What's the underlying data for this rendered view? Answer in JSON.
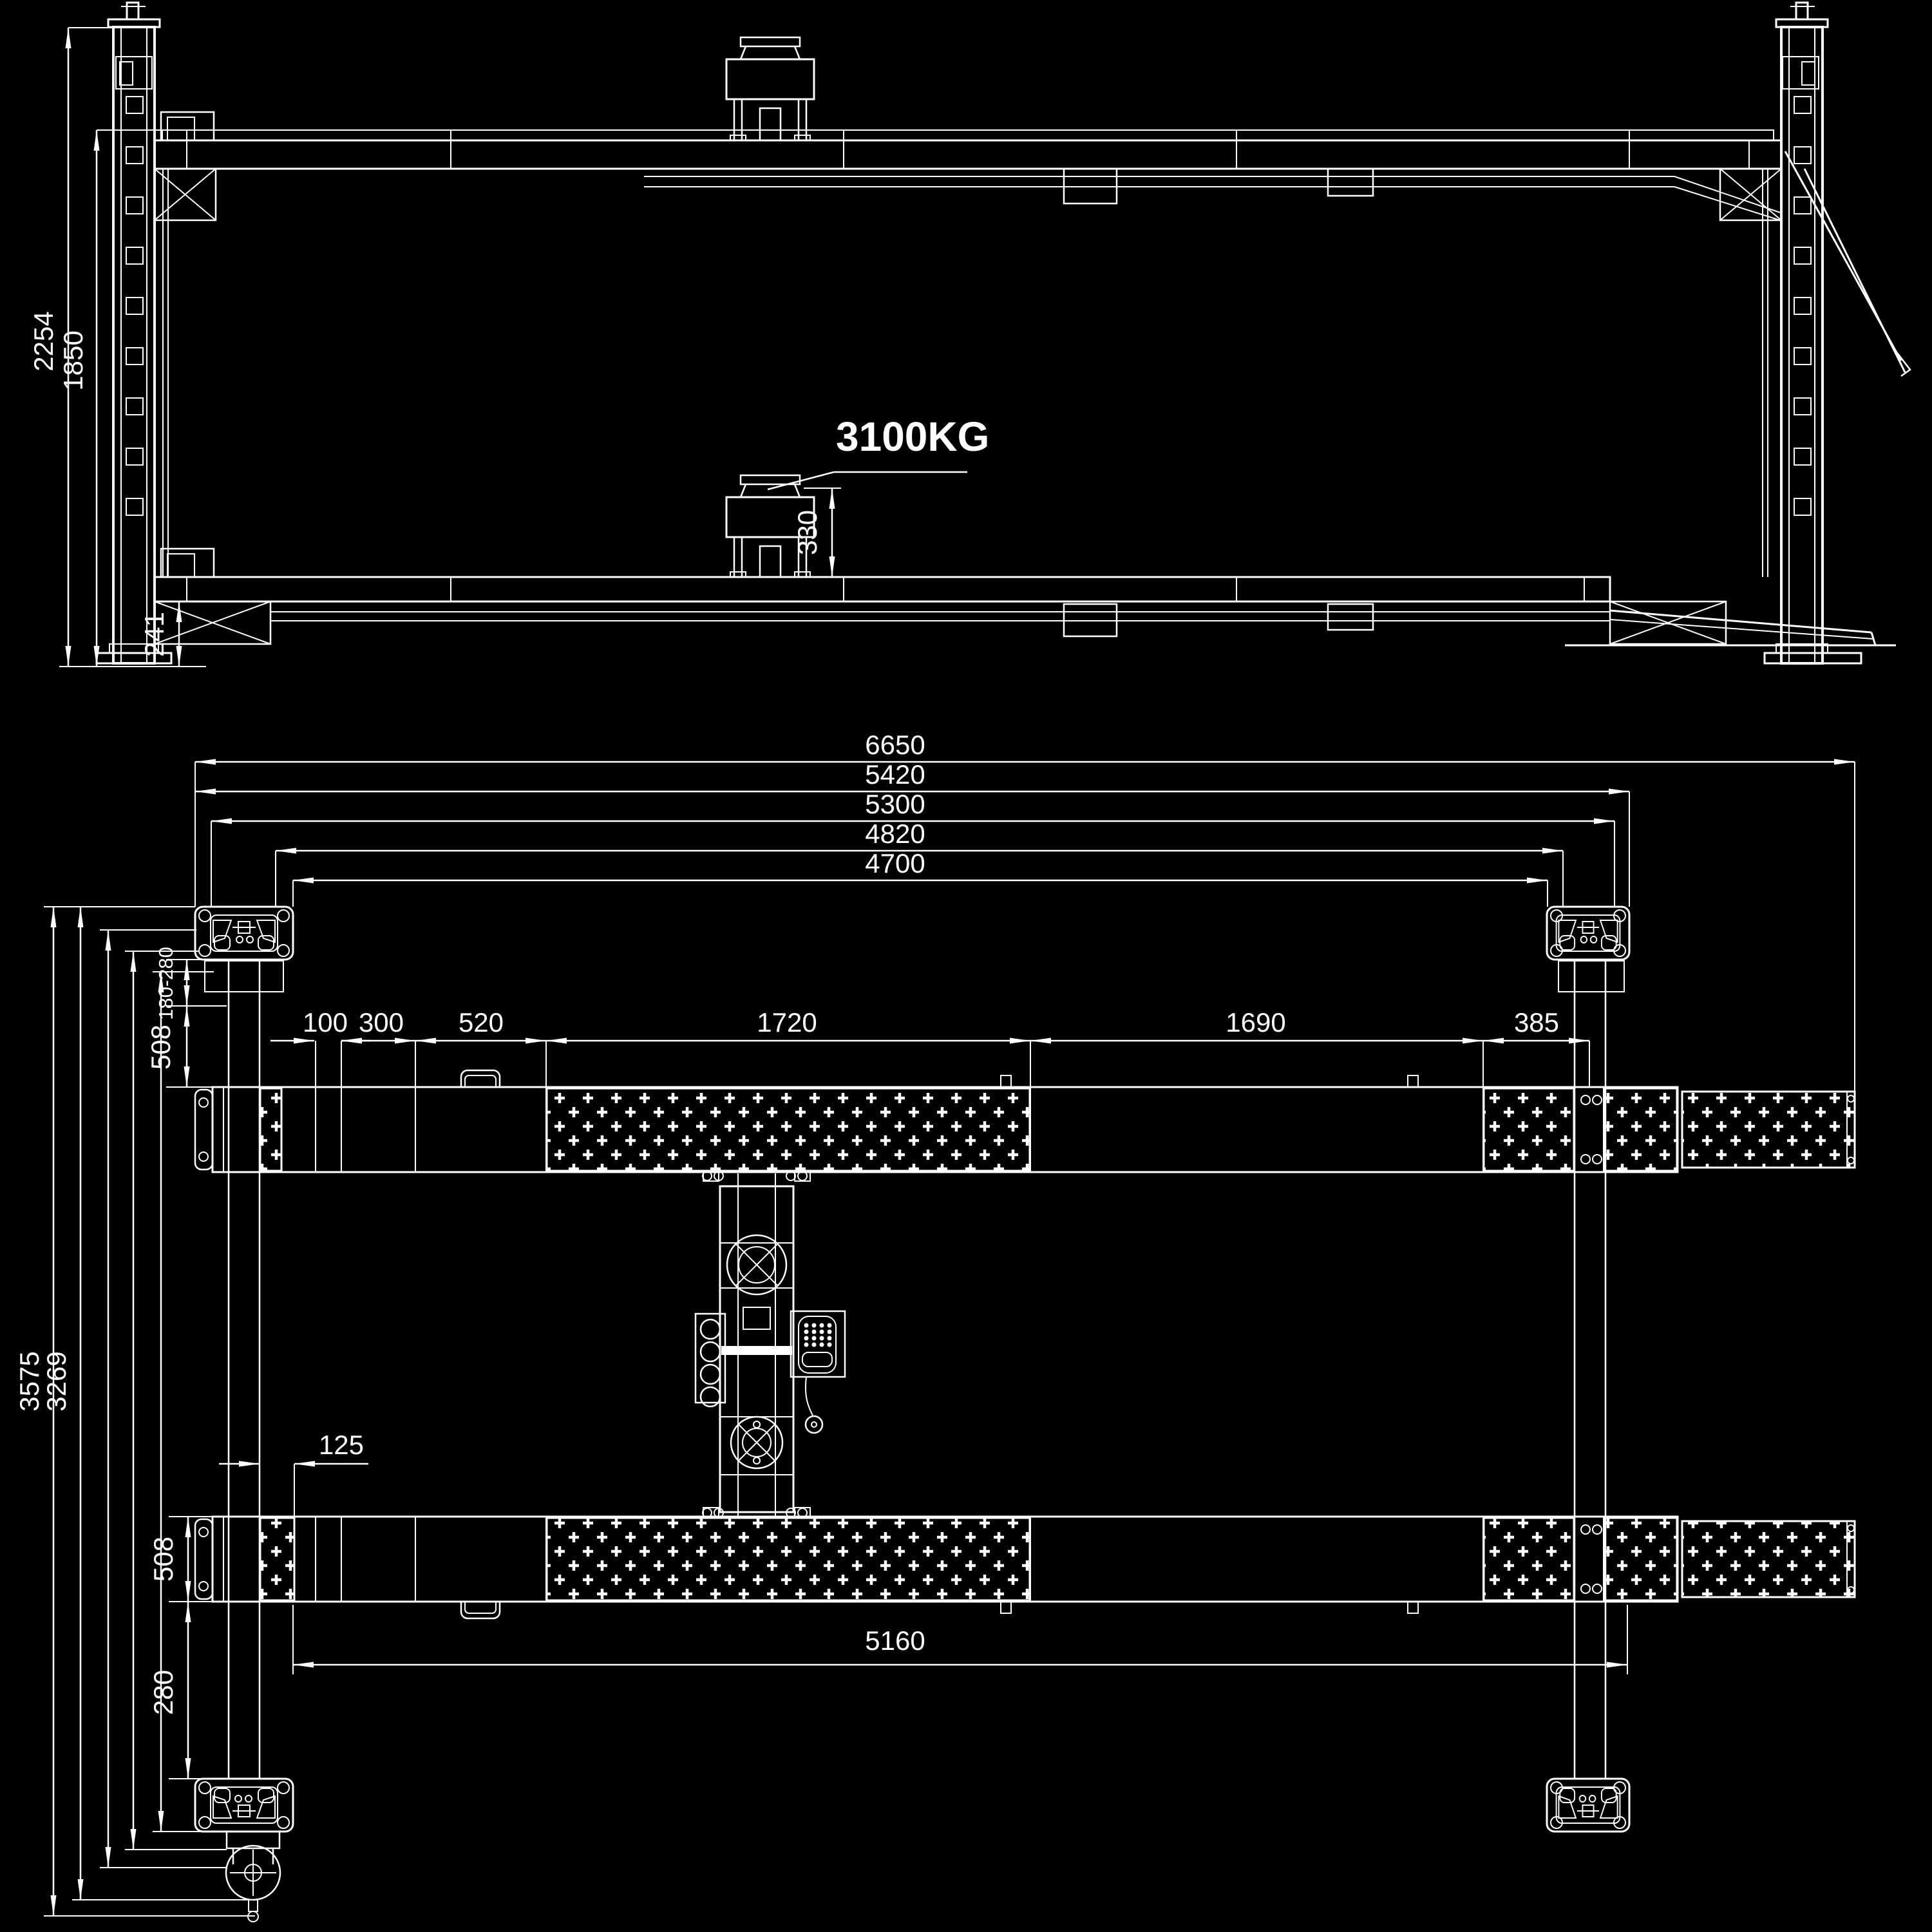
{
  "drawing": {
    "type": "technical-drawing",
    "subject": "four-post vehicle lift, side elevation and plan view",
    "colors": {
      "background": "#000000",
      "line": "#ffffff"
    }
  },
  "side_view": {
    "load_label": "3100KG",
    "dim_total_height": "2254",
    "dim_platform_height": "1850",
    "dim_base_height": "241",
    "dim_motor_height": "330"
  },
  "plan_view": {
    "dim_overall": [
      "6650",
      "5420",
      "5300",
      "4820",
      "4700"
    ],
    "dim_runway_segments": [
      "100",
      "300",
      "520",
      "1720",
      "1690",
      "385"
    ],
    "dim_left_top": [
      "180-280",
      "508"
    ],
    "dim_left_bottom": [
      "508",
      "280"
    ],
    "dim_overall_left": [
      "3575",
      "3269"
    ],
    "dim_center_gap": "125",
    "dim_runway_length": "5160"
  }
}
